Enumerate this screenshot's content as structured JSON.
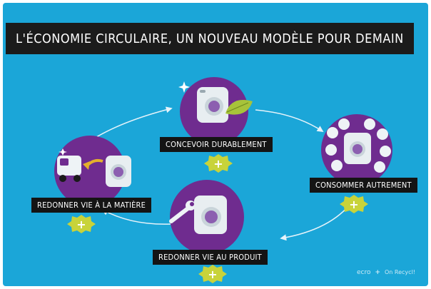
{
  "title": "L'ÉCONOMIE CIRCULAIRE, UN NOUVEAU MODÈLE POUR DEMAIN",
  "stages": {
    "top": "CONCEVOIR DURABLEMENT",
    "right": "CONSOMMER AUTREMENT",
    "bottom": "REDONNER VIE AU PRODUIT",
    "left": "REDONNER VIE À LA MATIÈRE"
  },
  "plus_symbol": "+",
  "brand": {
    "logo1": "ecro",
    "plus": "+",
    "logo2": "On Recycl!"
  },
  "colors": {
    "background": "#1ba6d8",
    "title_bar": "#1b1b1b",
    "circle": "#6f2c8f",
    "badge": "#c8d33a",
    "leaf": "#a7c33a",
    "appliance": "#e8eef1"
  }
}
